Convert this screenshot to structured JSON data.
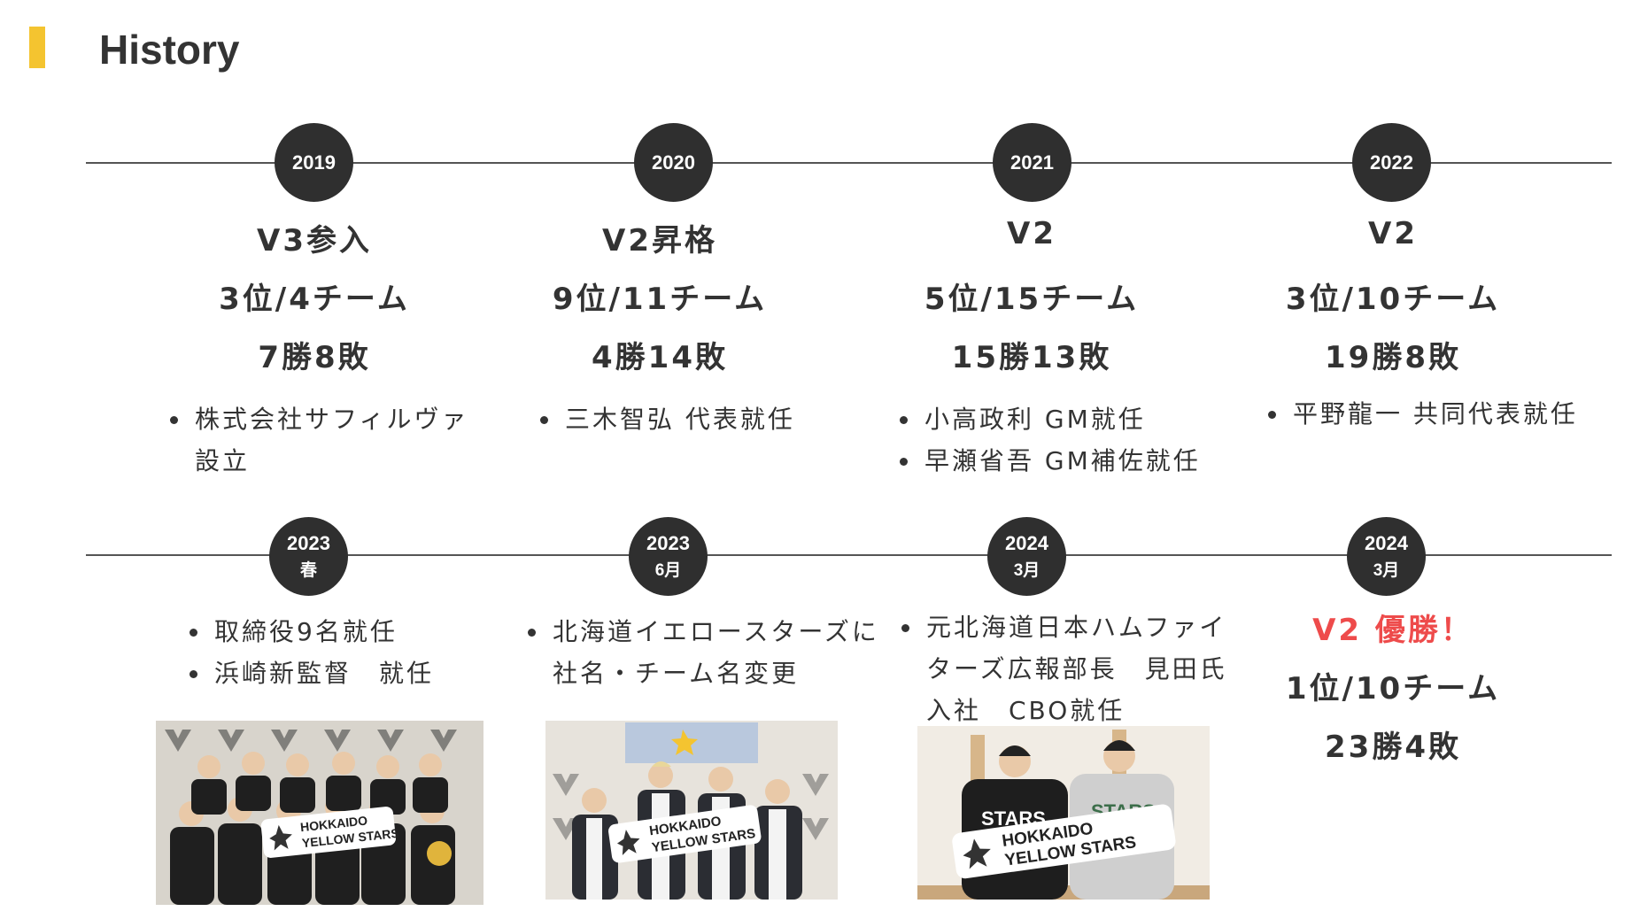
{
  "page": {
    "title": "History"
  },
  "row1": [
    {
      "year": "2019",
      "lines": [
        "V3参入",
        "3位/4チーム",
        "7勝8敗"
      ],
      "notes": [
        "株式会社サフィルヴァ設立"
      ]
    },
    {
      "year": "2020",
      "lines": [
        "V2昇格",
        "9位/11チーム",
        "4勝14敗"
      ],
      "notes": [
        "三木智弘 代表就任"
      ]
    },
    {
      "year": "2021",
      "lines": [
        "V2",
        "5位/15チーム",
        "15勝13敗"
      ],
      "notes": [
        "小高政利 GM就任",
        "早瀬省吾 GM補佐就任"
      ]
    },
    {
      "year": "2022",
      "lines": [
        "V2",
        "3位/10チーム",
        "19勝8敗"
      ],
      "notes": [
        "平野龍一 共同代表就任"
      ]
    }
  ],
  "row2": [
    {
      "year": "2023",
      "sub": "春",
      "notes": [
        "取締役9名就任",
        "浜崎新監督　就任"
      ]
    },
    {
      "year": "2023",
      "sub": "6月",
      "notes": [
        "北海道イエロースターズに社名・チーム名変更"
      ]
    },
    {
      "year": "2024",
      "sub": "3月",
      "notes": [
        "元北海道日本ハムファイターズ広報部長　見田氏入社　CBO就任"
      ]
    },
    {
      "year": "2024",
      "sub": "3月",
      "highlight": "V2 優勝！",
      "lines": [
        "1位/10チーム",
        "23勝4敗"
      ]
    }
  ],
  "photos": [
    {
      "banner_line1": "HOKKAIDO",
      "banner_line2": "YELLOW STARS"
    },
    {
      "banner_line1": "HOKKAIDO",
      "banner_line2": "YELLOW STARS"
    },
    {
      "banner_line1": "HOKKAIDO",
      "banner_line2": "YELLOW STARS",
      "shirt_left": "STARS",
      "shirt_right": "STARS"
    }
  ],
  "colors": {
    "accent": "#f4c430",
    "circle": "#2f2f2f",
    "highlight": "#ee4b4b",
    "text": "#333333"
  }
}
